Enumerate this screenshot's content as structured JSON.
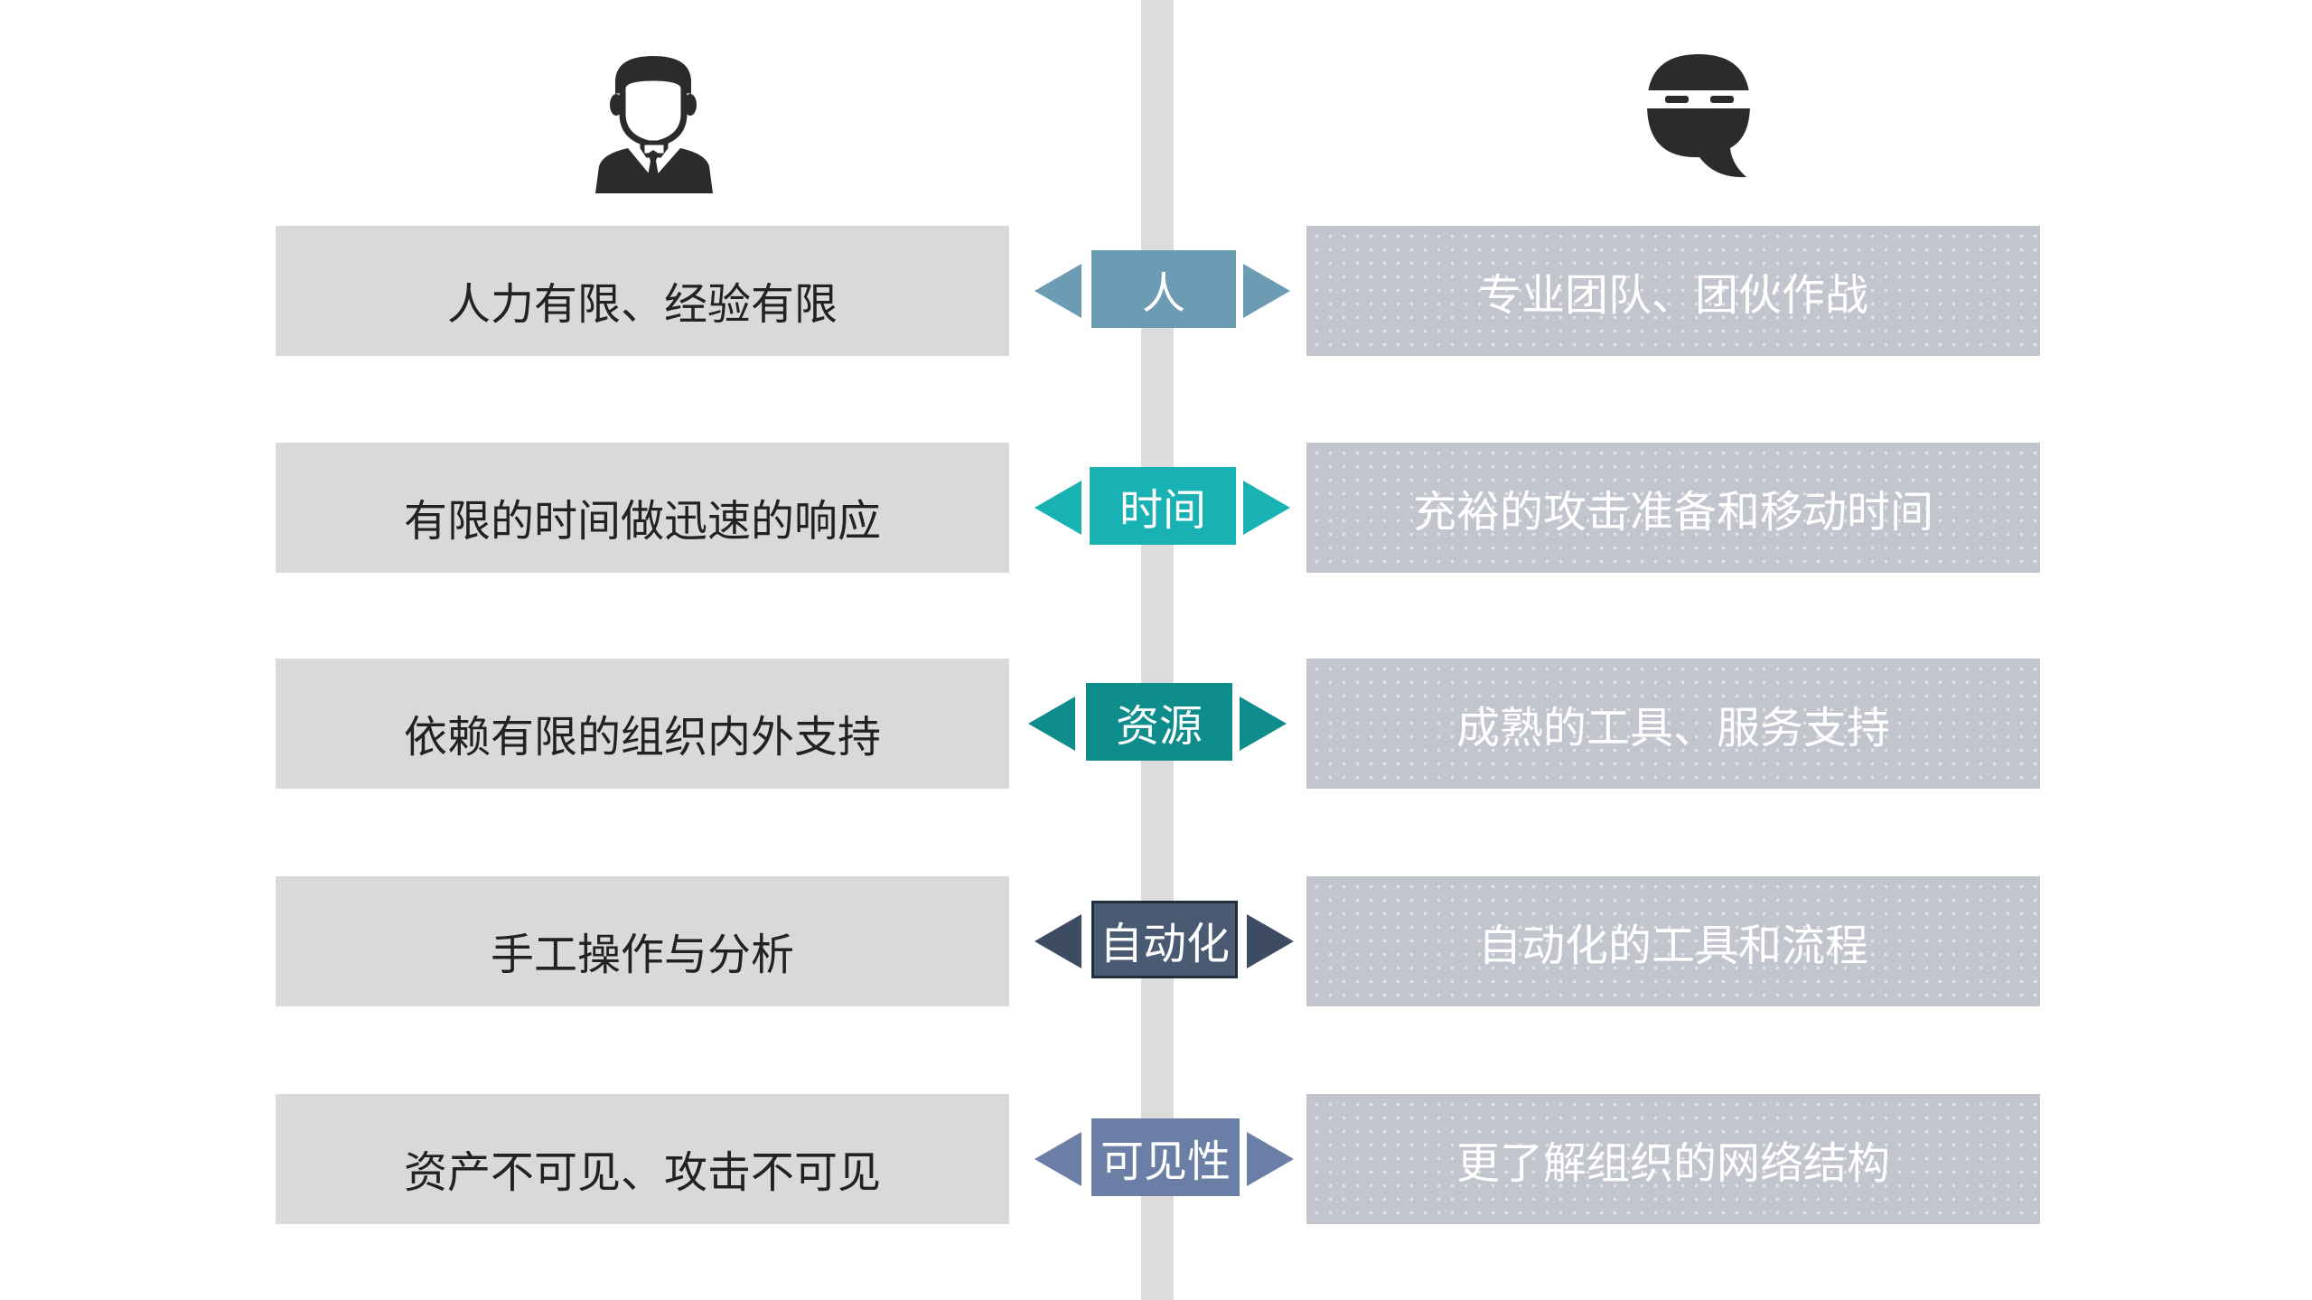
{
  "icons": {
    "defender": "person-suit-icon",
    "attacker": "masked-hacker-icon"
  },
  "colors": {
    "left_box": "#d9d9d9",
    "right_box": "#c2c4ce",
    "divider": "#dcdcdc"
  },
  "rows": [
    {
      "left": "人力有限、经验有限",
      "tag": "人",
      "right": "专业团队、团伙作战",
      "tag_color": "#6c9cb4",
      "arrow_color": "#6c9cb4"
    },
    {
      "left": "有限的时间做迅速的响应",
      "tag": "时间",
      "right": "充裕的攻击准备和移动时间",
      "tag_color": "#18b1b4",
      "arrow_color": "#18b1b4"
    },
    {
      "left": "依赖有限的组织内外支持",
      "tag": "资源",
      "right": "成熟的工具、服务支持",
      "tag_color": "#0f8c8c",
      "arrow_color": "#0f8c8c"
    },
    {
      "left": "手工操作与分析",
      "tag": "自动化",
      "right": "自动化的工具和流程",
      "tag_color": "#4a5a73",
      "arrow_color": "#3e4c63"
    },
    {
      "left": "资产不可见、攻击不可见",
      "tag": "可见性",
      "right": "更了解组织的网络结构",
      "tag_color": "#6b7ea6",
      "arrow_color": "#6b7ea6"
    }
  ]
}
